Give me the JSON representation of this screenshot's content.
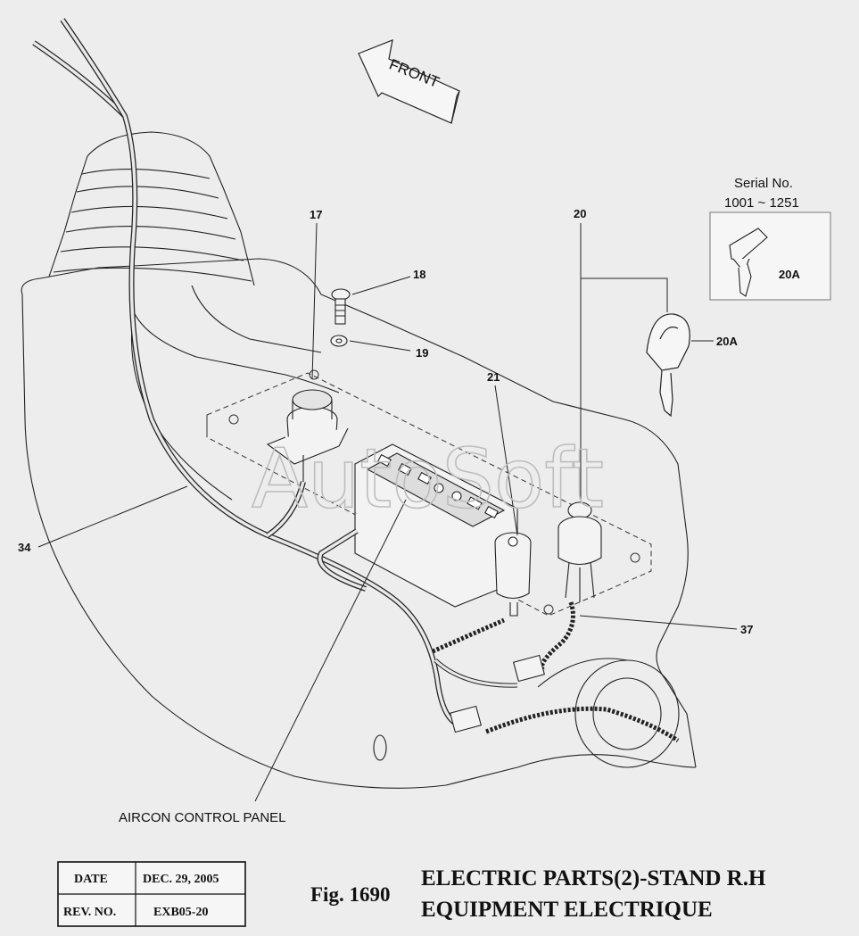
{
  "direction_label": "FRONT",
  "watermark": "AutoSoft",
  "serial": {
    "title": "Serial No.",
    "range": "1001 ~ 1251",
    "part": "20A"
  },
  "callouts": {
    "c17": "17",
    "c18": "18",
    "c19": "19",
    "c20": "20",
    "c20a": "20A",
    "c21": "21",
    "c34": "34",
    "c37": "37"
  },
  "panel_label": "AIRCON CONTROL PANEL",
  "info_table": {
    "date_label": "DATE",
    "date_value": "DEC. 29, 2005",
    "rev_label": "REV. NO.",
    "rev_value": "EXB05-20"
  },
  "figure": {
    "number": "Fig. 1690",
    "title_en": "ELECTRIC PARTS(2)-STAND R.H",
    "title_fr": "EQUIPMENT ELECTRIQUE"
  }
}
